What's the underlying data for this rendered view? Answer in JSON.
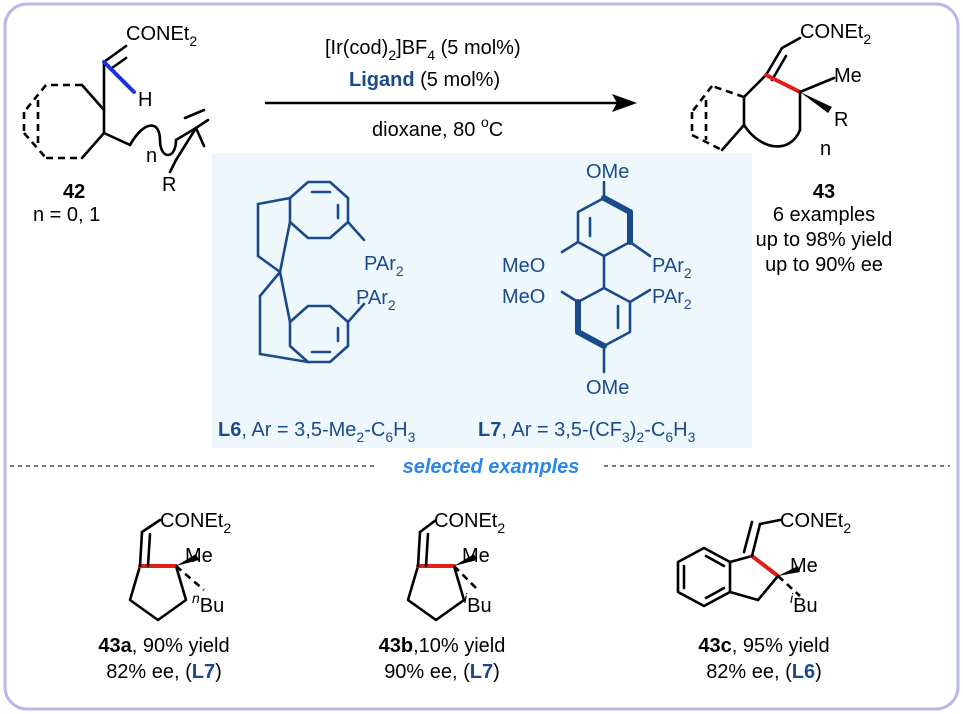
{
  "reaction": {
    "catalyst": {
      "pre": "[Ir(cod)",
      "sub1": "2",
      "mid": "]BF",
      "sub2": "4",
      "post": " (5 mol%)"
    },
    "ligand": {
      "bold": "Ligand",
      "rest": " (5 mol%)"
    },
    "conditions": {
      "pre": "dioxane, 80 ",
      "sup": "o",
      "post": "C"
    }
  },
  "substrate": {
    "id": "42",
    "n_range": "n = 0, 1",
    "amide": {
      "pre": "CONEt",
      "sub": "2"
    },
    "h": "H",
    "n": "n",
    "r": "R"
  },
  "product": {
    "id": "43",
    "amide": {
      "pre": "CONEt",
      "sub": "2"
    },
    "me": "Me",
    "r": "R",
    "n": "n",
    "stats": [
      "6 examples",
      "up to 98% yield",
      "up to 90% ee"
    ]
  },
  "ligands": {
    "L6": {
      "p1": {
        "pre": "PAr",
        "sub": "2"
      },
      "p2": {
        "pre": "PAr",
        "sub": "2"
      },
      "caption": {
        "id": "L6",
        "text": ", Ar = 3,5-Me",
        "sub1": "2",
        "mid": "-C",
        "sub2": "6",
        "mid2": "H",
        "sub3": "3"
      }
    },
    "L7": {
      "ome_top": "OMe",
      "meo1": "MeO",
      "meo2": "MeO",
      "ome_bot": "OMe",
      "p1": {
        "pre": "PAr",
        "sub": "2"
      },
      "p2": {
        "pre": "PAr",
        "sub": "2"
      },
      "caption": {
        "id": "L7",
        "text": ", Ar = 3,5-(CF",
        "sub1": "3",
        "mid": ")",
        "sub2": "2",
        "mid2": "-C",
        "sub3": "6",
        "mid3": "H",
        "sub4": "3"
      }
    }
  },
  "divider_label": "selected examples",
  "examples": [
    {
      "id": "43a",
      "yield": ", 90% yield",
      "ee": "82% ee, (",
      "ligand": "L7",
      "close": ")",
      "amide": {
        "pre": "CONEt",
        "sub": "2"
      },
      "me": "Me",
      "sub_sup": "n",
      "sub_base": "Bu"
    },
    {
      "id": "43b",
      "yield": ",10% yield",
      "ee": "90% ee, (",
      "ligand": "L7",
      "close": ")",
      "amide": {
        "pre": "CONEt",
        "sub": "2"
      },
      "me": "Me",
      "sub_sup": "i",
      "sub_base": "Bu"
    },
    {
      "id": "43c",
      "yield": ", 95% yield",
      "ee": "82% ee, (",
      "ligand": "L6",
      "close": ")",
      "amide": {
        "pre": "CONEt",
        "sub": "2"
      },
      "me": "Me",
      "sub_sup": "i",
      "sub_base": "Bu"
    }
  ],
  "colors": {
    "border": "#b8b8e8",
    "ligand_box": "#eef8fc",
    "ligand_text": "#1a4a8a",
    "divider_text": "#2a86e8",
    "highlight_bond": "#e21b1b",
    "ch_bond": "#1d35d6"
  }
}
